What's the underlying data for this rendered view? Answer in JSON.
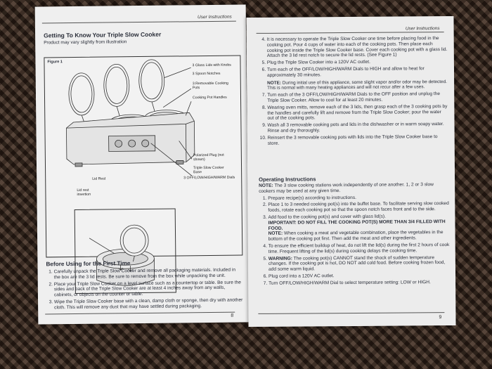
{
  "left_page": {
    "header": "User Instructions",
    "title": "Getting To Know Your Triple Slow Cooker",
    "subtitle": "Product may vary slightly from illustration",
    "figure_label": "Figure 1",
    "callouts": {
      "lids": "3 Glass Lids with Knobs",
      "notches": "3 Spoon Notches",
      "pots": "3 Removable Cooking Pots",
      "handles": "Cooking Pot Handles",
      "plug": "Polarized Plug (not shown)",
      "base": "Triple Slow Cooker Base",
      "dials": "3 OFF/LOW/HIGH/WARM Dials",
      "lid_rest": "Lid Rest",
      "insertion": "Lid rest insertion"
    },
    "section_title": "Before Using for the First Time",
    "steps": [
      "Carefully unpack the Triple Slow Cooker and remove all packaging materials. Included in the box are the 3 lid rests. Be sure to remove from the box while unpacking the unit.",
      "Place your Triple Slow Cooker on a level surface such as a countertop or table. Be sure the sides and back of the Triple Slow Cooker are at least 4 inches away from any walls, cabinets, or objects on the counter or table.",
      "Wipe the Triple Slow Cooker base with a clean, damp cloth or sponge, then dry with another cloth. This will remove any dust that may have settled during packaging."
    ],
    "page_number": "8"
  },
  "right_page": {
    "header": "User Instructions",
    "steps_a": [
      "It is necessary to operate the Triple Slow Cooker one time before placing food in the cooking pot. Pour 4 cups of water into each of the cooking pots. Then place each cooking pot inside the Triple Slow Cooker base. Cover each cooking pot with a glass lid. Attach the 3 lid rest notch to secure the lid rests. (See Figure 1)",
      "Plug the Triple Slow Cooker into a 120V AC outlet.",
      "Turn each of the OFF/LOW/HIGH/WARM Dials to HIGH and allow to heat for approximately 30 minutes."
    ],
    "note_label": "NOTE:",
    "note_a": "During initial use of this appliance, some slight vapor and/or odor may be detected. This is normal with many heating appliances and will not recur after a few uses.",
    "steps_b": [
      "Turn each of the 3 OFF/LOW/HIGH/WARM Dials to the OFF position and unplug the Triple Slow Cooker. Allow to cool for at least 20 minutes.",
      "Wearing oven mitts, remove each of the 3 lids, then grasp each of the 3 cooking pots by the handles and carefully lift and remove from the Triple Slow Cooker; pour the water out of the cooking pots.",
      "Wash all 3 removable cooking pots and lids in the dishwasher or in warm soapy water. Rinse and dry thoroughly.",
      "Reinsert the 3 removable cooking pots with lids into the Triple Slow Cooker base to store."
    ],
    "op_title": "Operating Instructions",
    "op_note": "The 3 slow cooking stations work independently of one another. 1, 2 or 3 slow cookers may be used at any given time.",
    "op_steps_a": [
      "Prepare recipe(s) according to instructions.",
      "Place 1 to 3 needed cooking pot(s) into the buffet base. To facilitate serving slow cooked foods, rotate each cooking pot so that the spoon notch faces front and to the side."
    ],
    "op_step3": "Add food to the cooking pot(s) and cover with glass lid(s).",
    "important": "IMPORTANT: DO NOT FILL THE COOKING POT(S) MORE THAN 3/4 FILLED WITH FOOD.",
    "op_note2": "When cooking a meat and vegetable combination, place the vegetables in the bottom of the cooking pot first. Then add the meat and other ingredients.",
    "op_steps_b": [
      "To ensure the efficient buildup of heat, do not lift the lid(s) during the first 2 hours of cook time. Frequent lifting of the lid(s) during cooking delays the cooking time."
    ],
    "warning_label": "WARNING:",
    "warning": "The cooking pot(s) CANNOT stand the shock of sudden temperature changes. If the cooking pot is hot, DO NOT add cold food. Before cooking frozen food, add some warm liquid.",
    "op_steps_c": [
      "Plug cord into a 120V AC outlet.",
      "Turn OFF/LOW/HIGH/WARM Dial to select temperature setting: LOW or HIGH."
    ],
    "page_number": "9"
  }
}
